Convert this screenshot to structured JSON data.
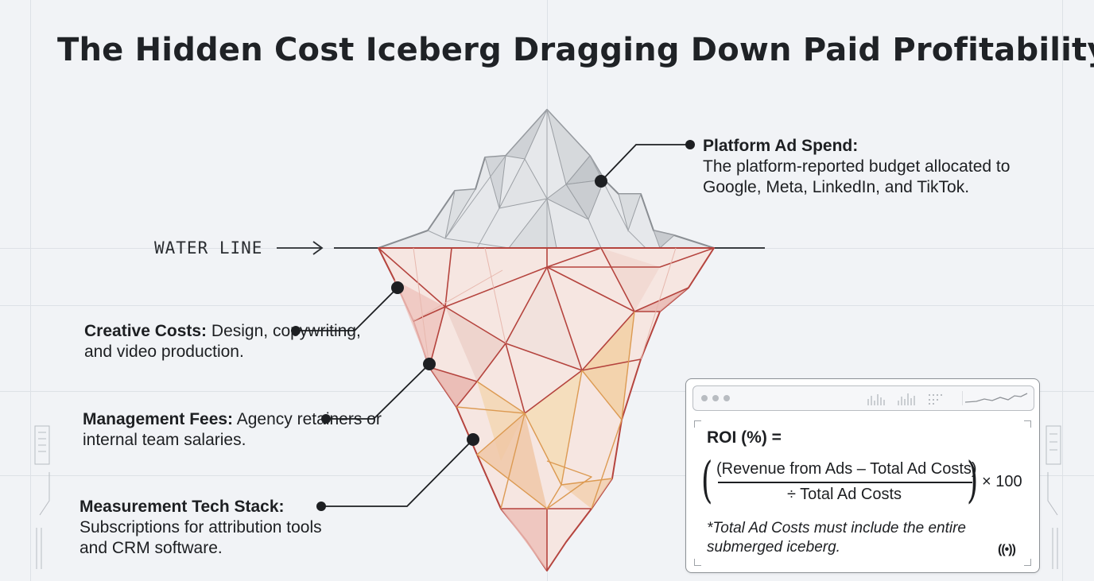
{
  "title": "The Hidden Cost Iceberg Dragging Down Paid Profitability",
  "water_line": {
    "label": "WATER LINE"
  },
  "callouts": {
    "platform": {
      "heading": "Platform Ad Spend:",
      "body": "The platform-reported budget allocated to Google, Meta, LinkedIn, and TikTok."
    },
    "creative": {
      "heading": "Creative Costs:",
      "body": "Design, copywriting, and video production."
    },
    "management": {
      "heading": "Management Fees:",
      "body": "Agency retainers or internal team salaries."
    },
    "measurement": {
      "heading": "Measurement Tech Stack:",
      "body": "Subscriptions for attribution tools and CRM software."
    }
  },
  "roi_panel": {
    "label": "ROI (%) =",
    "numerator": "(Revenue from Ads – Total Ad Costs)",
    "denominator": "÷ Total Ad Costs",
    "multiplier": "× 100",
    "note": "*Total Ad Costs must include the entire submerged iceberg.",
    "icon": "broadcast-icon"
  },
  "colors": {
    "above_water": "#8f9398",
    "below_water_red": "#b5443e",
    "below_water_orange": "#dc9a52",
    "leader_line": "#1d1f22"
  }
}
